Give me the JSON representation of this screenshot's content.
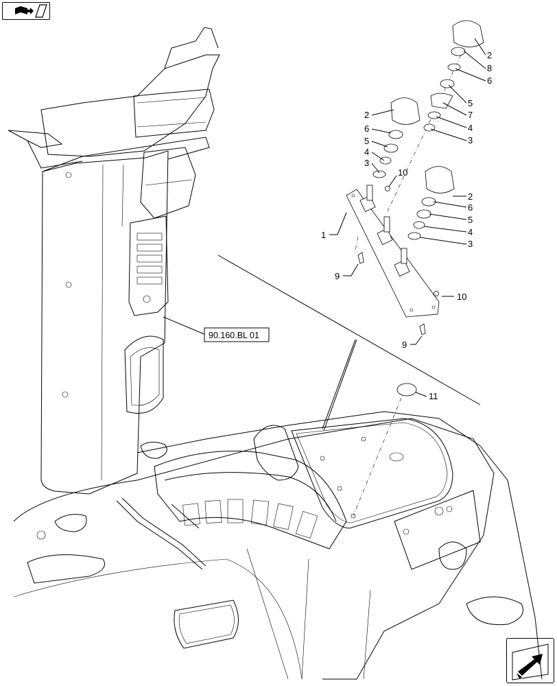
{
  "diagram": {
    "reference_label": "90.160.BL 01",
    "callouts": [
      {
        "id": "c2a",
        "text": "2"
      },
      {
        "id": "c8",
        "text": "8"
      },
      {
        "id": "c6a",
        "text": "6"
      },
      {
        "id": "c5a",
        "text": "5"
      },
      {
        "id": "c7",
        "text": "7"
      },
      {
        "id": "c4a",
        "text": "4"
      },
      {
        "id": "c3a",
        "text": "3"
      },
      {
        "id": "c2b",
        "text": "2"
      },
      {
        "id": "c6b",
        "text": "6"
      },
      {
        "id": "c5b",
        "text": "5"
      },
      {
        "id": "c4b",
        "text": "4"
      },
      {
        "id": "c3b",
        "text": "3"
      },
      {
        "id": "c10a",
        "text": "10"
      },
      {
        "id": "c2c",
        "text": "2"
      },
      {
        "id": "c6c",
        "text": "6"
      },
      {
        "id": "c5c",
        "text": "5"
      },
      {
        "id": "c4c",
        "text": "4"
      },
      {
        "id": "c3c",
        "text": "3"
      },
      {
        "id": "c1",
        "text": "1"
      },
      {
        "id": "c9a",
        "text": "9"
      },
      {
        "id": "c10b",
        "text": "10"
      },
      {
        "id": "c9b",
        "text": "9"
      },
      {
        "id": "c11",
        "text": "11"
      }
    ]
  },
  "nav": {
    "top_icon": "book-open-icon",
    "bottom_icon": "arrow-next-icon"
  }
}
